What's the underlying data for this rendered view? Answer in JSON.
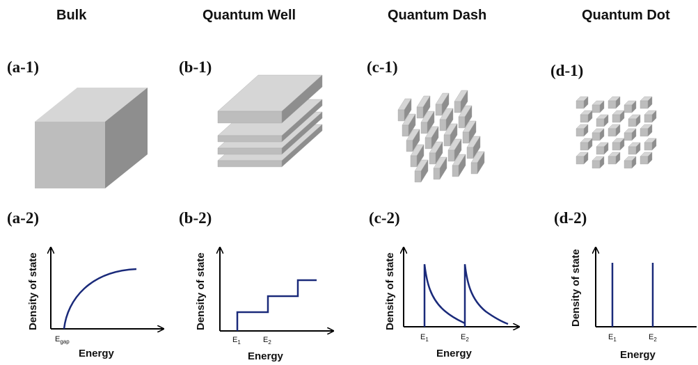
{
  "columns": [
    {
      "title": "Bulk",
      "structure_label": "(a-1)",
      "dos_label": "(a-2)",
      "x_ticks": [
        "E",
        "gap"
      ]
    },
    {
      "title": "Quantum Well",
      "structure_label": "(b-1)",
      "dos_label": "(b-2)",
      "x_ticks": [
        [
          "E",
          "1"
        ],
        [
          "E",
          "2"
        ]
      ]
    },
    {
      "title": "Quantum Dash",
      "structure_label": "(c-1)",
      "dos_label": "(c-2)",
      "x_ticks": [
        [
          "E",
          "1"
        ],
        [
          "E",
          "2"
        ]
      ]
    },
    {
      "title": "Quantum Dot",
      "structure_label": "(d-1)",
      "dos_label": "(d-2)",
      "x_ticks": [
        [
          "E",
          "1"
        ],
        [
          "E",
          "2"
        ]
      ]
    }
  ],
  "axes": {
    "x_label": "Energy",
    "y_label": "Density of state"
  },
  "colors": {
    "curve": "#1a2a7a",
    "block_top": "#d6d6d6",
    "block_front": "#bdbdbd",
    "block_side": "#8e8e8e",
    "axis": "#000000"
  }
}
